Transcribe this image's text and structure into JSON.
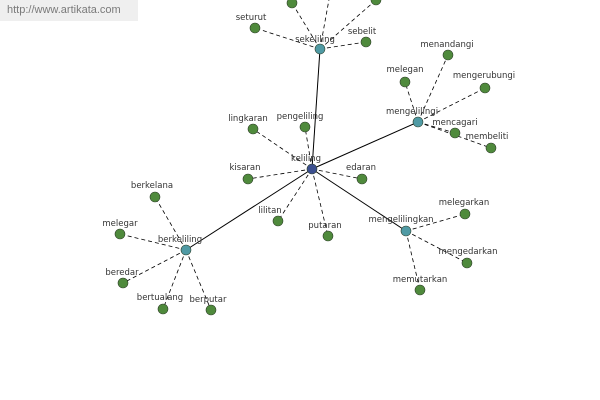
{
  "watermark": "http://www.artikata.com",
  "colors": {
    "center_fill": "#3b4f8f",
    "hub_fill": "#4f9aa4",
    "leaf_fill": "#4f8a3c",
    "node_stroke": "#2f3f2a",
    "edge": "#000000"
  },
  "graph": {
    "center": {
      "id": "keliling",
      "label": "keliling"
    },
    "hubs": [
      {
        "id": "sekeliling",
        "label": "sekeliling"
      },
      {
        "id": "mengelilingi",
        "label": "mengelilingi"
      },
      {
        "id": "mengelilingkan",
        "label": "mengelilingkan"
      },
      {
        "id": "berkeliling",
        "label": "berkeliling"
      }
    ],
    "leaves": [
      {
        "id": "pengeliling",
        "label": "pengeliling",
        "parent": "keliling"
      },
      {
        "id": "lingkaran",
        "label": "lingkaran",
        "parent": "keliling"
      },
      {
        "id": "kisaran",
        "label": "kisaran",
        "parent": "keliling"
      },
      {
        "id": "lilitan",
        "label": "lilitan",
        "parent": "keliling"
      },
      {
        "id": "putaran",
        "label": "putaran",
        "parent": "keliling"
      },
      {
        "id": "edaran",
        "label": "edaran",
        "parent": "keliling"
      },
      {
        "id": "seturut",
        "label": "seturut",
        "parent": "sekeliling"
      },
      {
        "id": "sebelit",
        "label": "sebelit",
        "parent": "sekeliling"
      },
      {
        "id": "sek_top1",
        "label": "",
        "parent": "sekeliling"
      },
      {
        "id": "sek_top2",
        "label": "",
        "parent": "sekeliling"
      },
      {
        "id": "sek_top3",
        "label": "",
        "parent": "sekeliling"
      },
      {
        "id": "menandangi",
        "label": "menandangi",
        "parent": "mengelilingi"
      },
      {
        "id": "melegan",
        "label": "melegan",
        "parent": "mengelilingi"
      },
      {
        "id": "mengerubungi",
        "label": "mengerubungi",
        "parent": "mengelilingi"
      },
      {
        "id": "mencagari",
        "label": "mencagari",
        "parent": "mengelilingi"
      },
      {
        "id": "membeliti",
        "label": "membeliti",
        "parent": "mengelilingi"
      },
      {
        "id": "melegarkan",
        "label": "melegarkan",
        "parent": "mengelilingkan"
      },
      {
        "id": "mengedarkan",
        "label": "mengedarkan",
        "parent": "mengelilingkan"
      },
      {
        "id": "memutarkan",
        "label": "memutarkan",
        "parent": "mengelilingkan"
      },
      {
        "id": "berkelana",
        "label": "berkelana",
        "parent": "berkeliling"
      },
      {
        "id": "melegar",
        "label": "melegar",
        "parent": "berkeliling"
      },
      {
        "id": "beredar",
        "label": "beredar",
        "parent": "berkeliling"
      },
      {
        "id": "bertualang",
        "label": "bertualang",
        "parent": "berkeliling"
      },
      {
        "id": "berputar",
        "label": "berputar",
        "parent": "berkeliling"
      }
    ]
  }
}
